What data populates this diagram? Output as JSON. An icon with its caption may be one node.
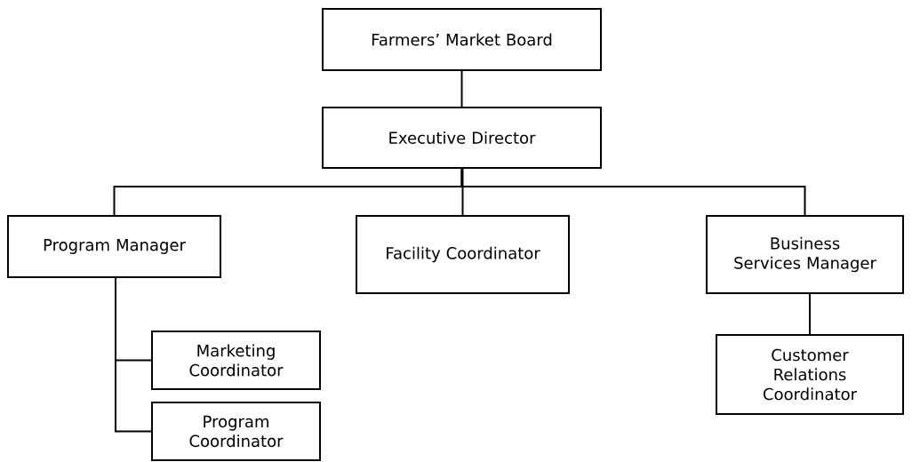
{
  "diagram": {
    "nodes": [
      {
        "text": [
          "Farmers’ Market Board"
        ]
      },
      {
        "text": [
          "Executive Director"
        ]
      },
      {
        "text": [
          "Program Manager"
        ]
      },
      {
        "text": [
          "Facility Coordinator"
        ]
      },
      {
        "text": [
          "Business Services Manager"
        ]
      },
      {
        "text": [
          "Marketing Coordinator"
        ]
      },
      {
        "text": [
          "Program Coordinator"
        ]
      },
      {
        "text": [
          "Customer Relations Coordinator"
        ]
      }
    ],
    "edges": [
      {
        "from": 0,
        "to": 1,
        "arrow": "none"
      },
      {
        "from": 1,
        "to": 2,
        "arrow": "none"
      },
      {
        "from": 1,
        "to": 3,
        "arrow": "none"
      },
      {
        "from": 1,
        "to": 4,
        "arrow": "none"
      },
      {
        "from": 2,
        "to": 5,
        "arrow": "none"
      },
      {
        "from": 2,
        "to": 6,
        "arrow": "none"
      },
      {
        "from": 4,
        "to": 7,
        "arrow": "none"
      }
    ]
  }
}
